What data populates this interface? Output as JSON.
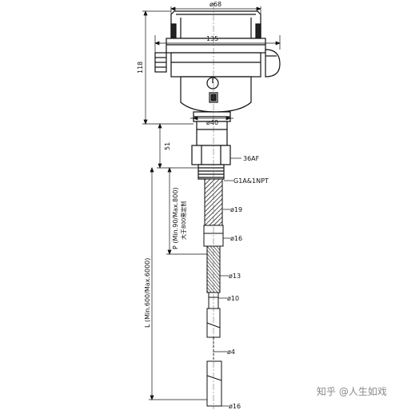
{
  "drawing": {
    "title": "",
    "dimensions": {
      "top_diameter": "ø68",
      "width": "135",
      "height": "118",
      "neck_diameter": "ø40",
      "neck_length": "51",
      "hex_size": "36AF",
      "thread": "G1A&1NPT",
      "cable_d1": "ø19",
      "cable_d2": "ø16",
      "cable_d3": "ø13",
      "cable_d4": "ø10",
      "cable_d5": "ø4",
      "cable_d6": "ø16",
      "probe_length": "L (Min.600/Max.6000)",
      "insertion_length": "P (Min.90/Max.800)",
      "insertion_note": "大于800需定制"
    },
    "watermark": "知乎 @人生如戏"
  }
}
